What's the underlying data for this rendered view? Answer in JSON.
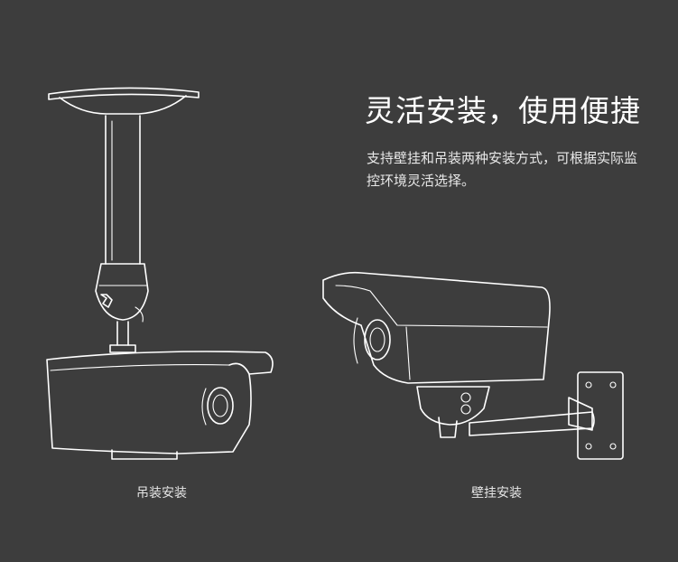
{
  "headline": "灵活安装，使用便捷",
  "description": "支持壁挂和吊装两种安装方式，可根据实际监控环境灵活选择。",
  "captions": {
    "ceiling": "吊装安装",
    "wall": "壁挂安装"
  },
  "colors": {
    "background": "#3d3d3d",
    "line_art": "#ffffff"
  }
}
